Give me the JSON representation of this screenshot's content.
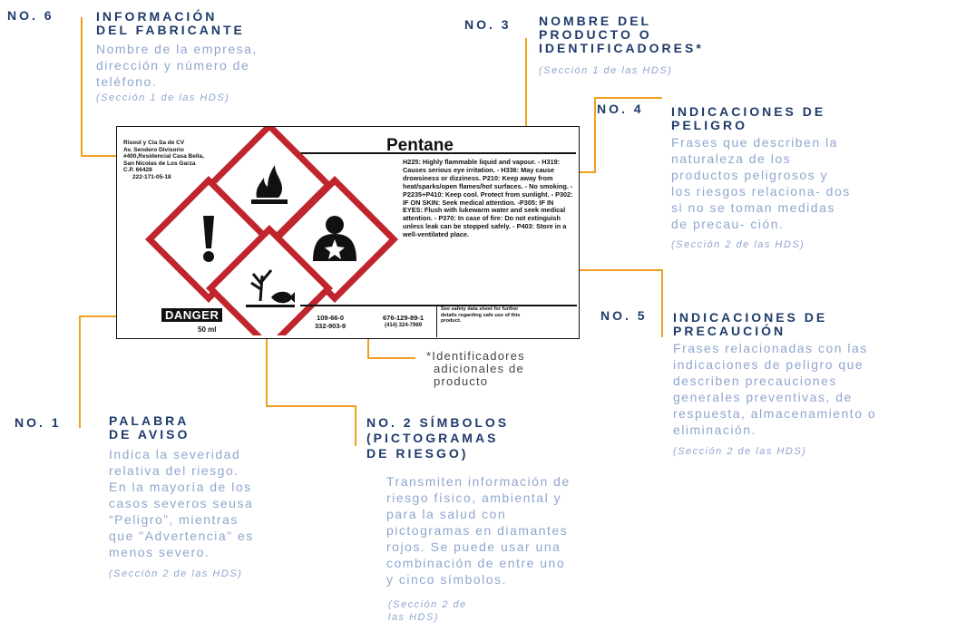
{
  "callouts": {
    "no6": {
      "number": "NO. 6",
      "title_line1": "INFORMACIÓN",
      "title_line2": "DEL FABRICANTE",
      "desc_lines": [
        "Nombre de la empresa,",
        "dirección y número de",
        "teléfono."
      ],
      "ref": "(Sección 1 de las HDS)"
    },
    "no3": {
      "number": "NO. 3",
      "title_lines": [
        "NOMBRE DEL",
        "PRODUCTO  O",
        "IDENTIFICADORES*"
      ],
      "ref": "(Sección 1 de las HDS)"
    },
    "no4": {
      "number": "NO. 4",
      "title_line1": "INDICACIONES  DE",
      "title_line2": "PELIGRO",
      "desc_lines": [
        "Frases que describen  la",
        "naturaleza de los",
        "productos peligrosos  y",
        "los riesgos relaciona- dos",
        "si no se toman  medidas",
        "de precau-  ción."
      ],
      "ref": "(Sección 2 de las HDS)"
    },
    "no5": {
      "number": "NO. 5",
      "title_line1": "INDICACIONES  DE",
      "title_line2": "PRECAUCIÓN",
      "desc_lines": [
        "Frases relacionadas  con las",
        "indicaciones  de peligro que",
        "describen precauciones",
        "generales preventivas,  de",
        "respuesta,  almacenamiento o",
        "eliminación."
      ],
      "ref": "(Sección 2 de las HDS)"
    },
    "no1": {
      "number": "NO. 1",
      "title_line1": "PALABRA",
      "title_line2": "DE AVISO",
      "desc_lines": [
        "Indica la severidad",
        "relativa del riesgo.",
        "En la mayoría de los",
        "casos severos seusa",
        "“Peligro”, mientras",
        "que \"Advertencia\" es",
        "menos severo."
      ],
      "ref": "(Sección 2 de las HDS)"
    },
    "no2": {
      "title_lines": [
        "NO. 2 SÍMBOLOS",
        "(PICTOGRAMAS",
        "DE RIESGO)"
      ],
      "desc_lines": [
        "Transmiten información de",
        "riesgo físico, ambiental y",
        "para  la salud con",
        "pictogramas en  diamantes",
        "rojos. Se puede  usar una",
        "combinación de  entre uno",
        "y cinco símbolos."
      ],
      "ref_lines": [
        "(Sección 2 de",
        "las HDS)"
      ]
    },
    "extra_ids": {
      "lines": [
        "*Identificadores",
        "adicionales de",
        "producto"
      ]
    }
  },
  "label": {
    "manufacturer_lines": [
      "Risoul y Cia Sa de CV",
      "Av. Sendero Divisorio",
      "#400,Residencial Casa Bella,",
      "San Nicolas de Los Garza",
      "C.P. 66428"
    ],
    "manufacturer_code": "222-171-05-18",
    "product_name": "Pentane",
    "hazard_text": "H225: Highly flammable liquid and vapour. - H319: Causes serious eye irritation. - H336: May cause drowsiness or dizziness. P210: Keep away from heat/sparks/open flames/hot surfaces. - No smoking. - P2235+P410: Keep cool. Protect from sunlight. - P302: IF ON SKIN: Seek medical attention. -P305: IF IN EYES: Flush with lukewarm water and seek medical attention. - P370: In case of fire: Do not extinguish unless leak can be stopped safely. - P403: Store in a well-ventilated place.",
    "signal_word": "DANGER",
    "volume": "50 ml",
    "id_a": "109-66-0",
    "id_b": "332-903-9",
    "id_c": "676-129-89-1",
    "id_d": "(414) 324-7989",
    "sds_note": "See safety data sheet for further details regarding safe use of this product.",
    "pictograms": [
      "flame-icon",
      "exclamation-icon",
      "health-hazard-icon",
      "environment-icon"
    ],
    "diamond_color": "#c0242c"
  },
  "colors": {
    "leader": "#f0a020",
    "title": "#1f3b6b",
    "desc": "#8fa6d0"
  }
}
